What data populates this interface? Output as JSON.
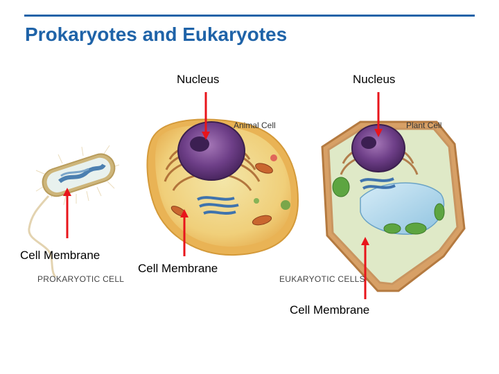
{
  "slide": {
    "title": "Prokaryotes and Eukaryotes"
  },
  "labels": {
    "nucleus_animal": "Nucleus",
    "nucleus_plant": "Nucleus",
    "membrane_prokaryote": "Cell Membrane",
    "membrane_animal": "Cell Membrane",
    "membrane_plant": "Cell Membrane"
  },
  "image_text": {
    "animal_cell": "Animal Cell",
    "plant_cell": "Plant Cell",
    "prokaryotic_cell": "PROKARYOTIC CELL",
    "eukaryotic_cells": "EUKARYOTIC CELLS"
  },
  "colors": {
    "title": "#1f63a8",
    "arrow": "#e8141b"
  }
}
